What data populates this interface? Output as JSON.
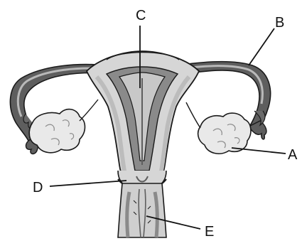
{
  "labels": {
    "a": "A",
    "b": "B",
    "c": "C",
    "d": "D",
    "e": "E"
  },
  "colors": {
    "outline": "#1a1a1a",
    "tube_dark": "#5e5e5e",
    "tube_light": "#b9b9b9",
    "body": "#d6d6d6",
    "body_shade": "#bcbcbc",
    "cavity": "#8a8a8a",
    "ovary": "#e9e9e9",
    "leader": "#111111"
  },
  "parts": {
    "a": "ovary",
    "b": "fallopian-tube",
    "c": "uterus",
    "d": "cervix",
    "e": "vagina"
  }
}
